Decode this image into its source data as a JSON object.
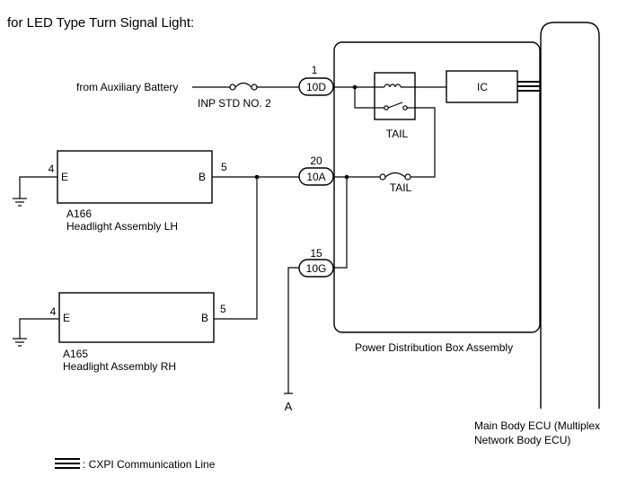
{
  "title": "for LED Type Turn Signal Light:",
  "source": {
    "label": "from Auxiliary Battery",
    "fuse_label": "INP STD NO. 2"
  },
  "connectors": [
    {
      "pin": "1",
      "code": "10D"
    },
    {
      "pin": "20",
      "code": "10A"
    },
    {
      "pin": "15",
      "code": "10G"
    }
  ],
  "power_box": {
    "name": "Power Distribution Box Assembly",
    "relay_label": "TAIL",
    "fuse_label": "TAIL",
    "ic_label": "IC"
  },
  "headlight_lh": {
    "code": "A166",
    "name": "Headlight Assembly LH",
    "pin_e_num": "4",
    "pin_e": "E",
    "pin_b_num": "5",
    "pin_b": "B"
  },
  "headlight_rh": {
    "code": "A165",
    "name": "Headlight Assembly RH",
    "pin_e_num": "4",
    "pin_e": "E",
    "pin_b_num": "5",
    "pin_b": "B"
  },
  "main_ecu": {
    "name_line1": "Main Body ECU (Multiplex",
    "name_line2": "Network Body ECU)"
  },
  "off_page_label": "A",
  "legend": {
    "label": ": CXPI Communication Line"
  }
}
